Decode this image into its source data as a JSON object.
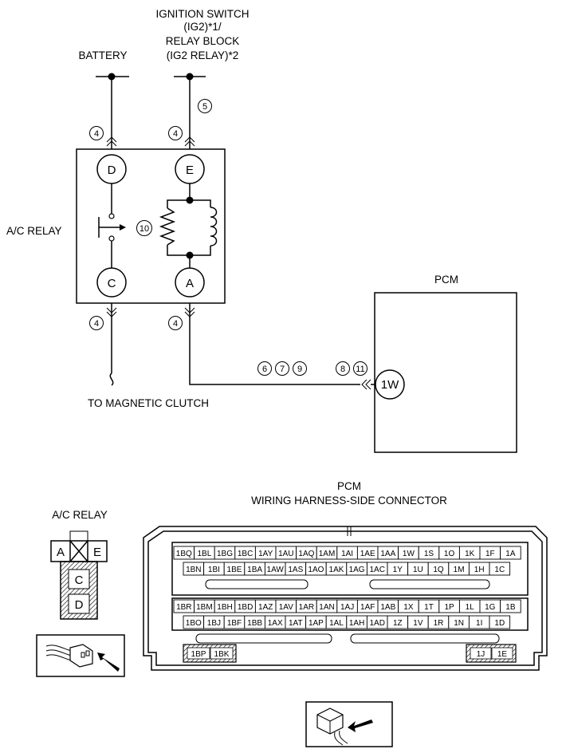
{
  "labels": {
    "ignition_line1": "IGNITION SWITCH",
    "ignition_line2": "(IG2)*1/",
    "ignition_line3": "RELAY BLOCK",
    "ignition_line4": "(IG2 RELAY)*2",
    "battery": "BATTERY",
    "ac_relay": "A/C RELAY",
    "to_magnetic_clutch": "TO MAGNETIC CLUTCH",
    "pcm": "PCM",
    "pcm_connector_line1": "PCM",
    "pcm_connector_line2": "WIRING HARNESS-SIDE CONNECTOR",
    "ac_relay_connector": "A/C RELAY"
  },
  "relay_terminals": {
    "d": "D",
    "e": "E",
    "c": "C",
    "a": "A"
  },
  "pcm_terminal": "1W",
  "circled_numbers": {
    "n4_top_left": "4",
    "n4_top_right": "4",
    "n5": "5",
    "n10": "10",
    "n4_bottom_left": "4",
    "n4_bottom_right": "4",
    "n6": "6",
    "n7": "7",
    "n9": "9",
    "n8": "8",
    "n11": "11"
  },
  "relay_connector_pins": {
    "a": "A",
    "e": "E",
    "c": "C",
    "d": "D"
  },
  "pcm_connector": {
    "upper_row1": [
      "1BQ",
      "1BL",
      "1BG",
      "1BC",
      "1AY",
      "1AU",
      "1AQ",
      "1AM",
      "1AI",
      "1AE",
      "1AA",
      "1W",
      "1S",
      "1O",
      "1K",
      "1F",
      "1A"
    ],
    "upper_row2": [
      "1BN",
      "1BI",
      "1BE",
      "1BA",
      "1AW",
      "1AS",
      "1AO",
      "1AK",
      "1AG",
      "1AC",
      "1Y",
      "1U",
      "1Q",
      "1M",
      "1H",
      "1C"
    ],
    "lower_row1": [
      "1BR",
      "1BM",
      "1BH",
      "1BD",
      "1AZ",
      "1AV",
      "1AR",
      "1AN",
      "1AJ",
      "1AF",
      "1AB",
      "1X",
      "1T",
      "1P",
      "1L",
      "1G",
      "1B"
    ],
    "lower_row2": [
      "1BO",
      "1BJ",
      "1BF",
      "1BB",
      "1AX",
      "1AT",
      "1AP",
      "1AL",
      "1AH",
      "1AD",
      "1Z",
      "1V",
      "1R",
      "1N",
      "1I",
      "1D"
    ],
    "bottom_left": [
      "1BP",
      "1BK"
    ],
    "bottom_right": [
      "1J",
      "1E"
    ]
  }
}
